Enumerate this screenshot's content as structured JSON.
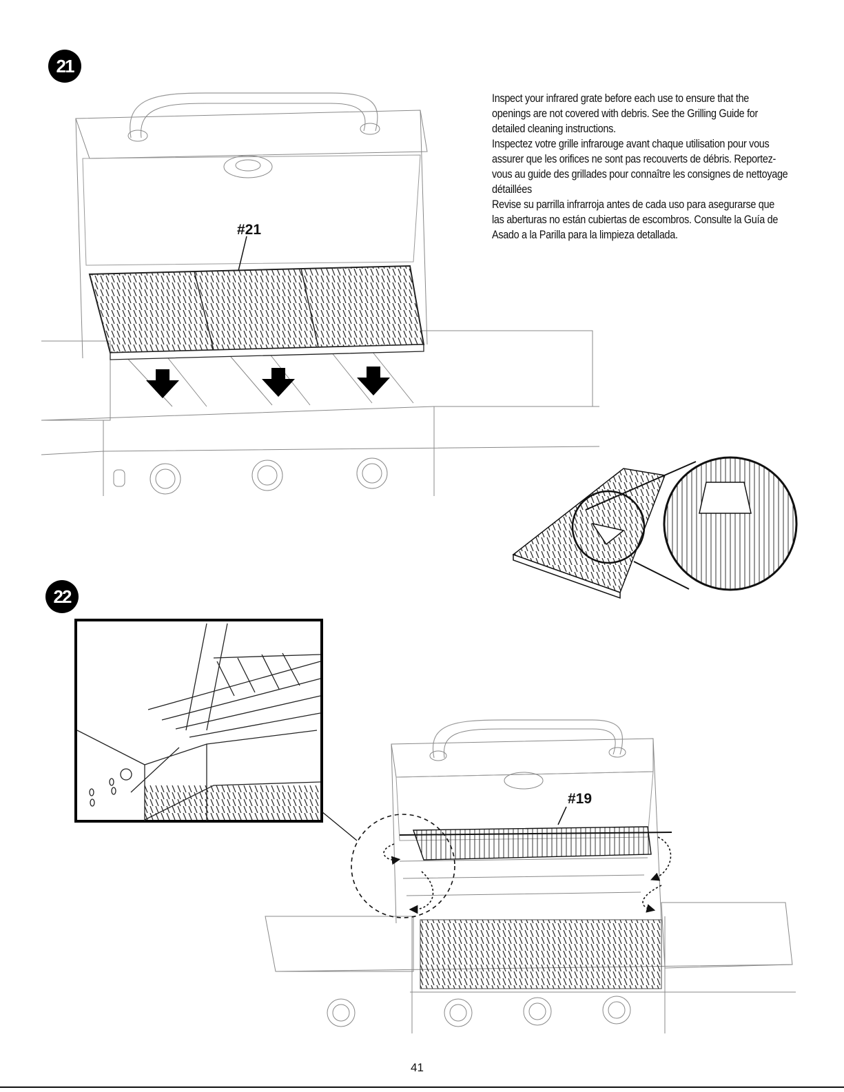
{
  "steps": {
    "first": "21",
    "second": "22"
  },
  "instructions": {
    "english": "Inspect your infrared grate before each use to ensure that the openings are not covered with debris. See the Grilling Guide for detailed cleaning instructions.",
    "french": "Inspectez votre grille infrarouge avant chaque utilisation pour vous assurer que les orifices ne sont pas recouverts de débris. Reportez-vous au guide des grillades pour connaître les consignes de nettoyage détaillées",
    "spanish": "Revise su parrilla infrarroja antes de cada uso para asegurarse que las aberturas no están cubiertas de escombros. Consulte la Guía de Asado a la Parilla para la limpieza detallada."
  },
  "callouts": {
    "part_21": "#21",
    "part_19": "#19"
  },
  "page_number": "41"
}
